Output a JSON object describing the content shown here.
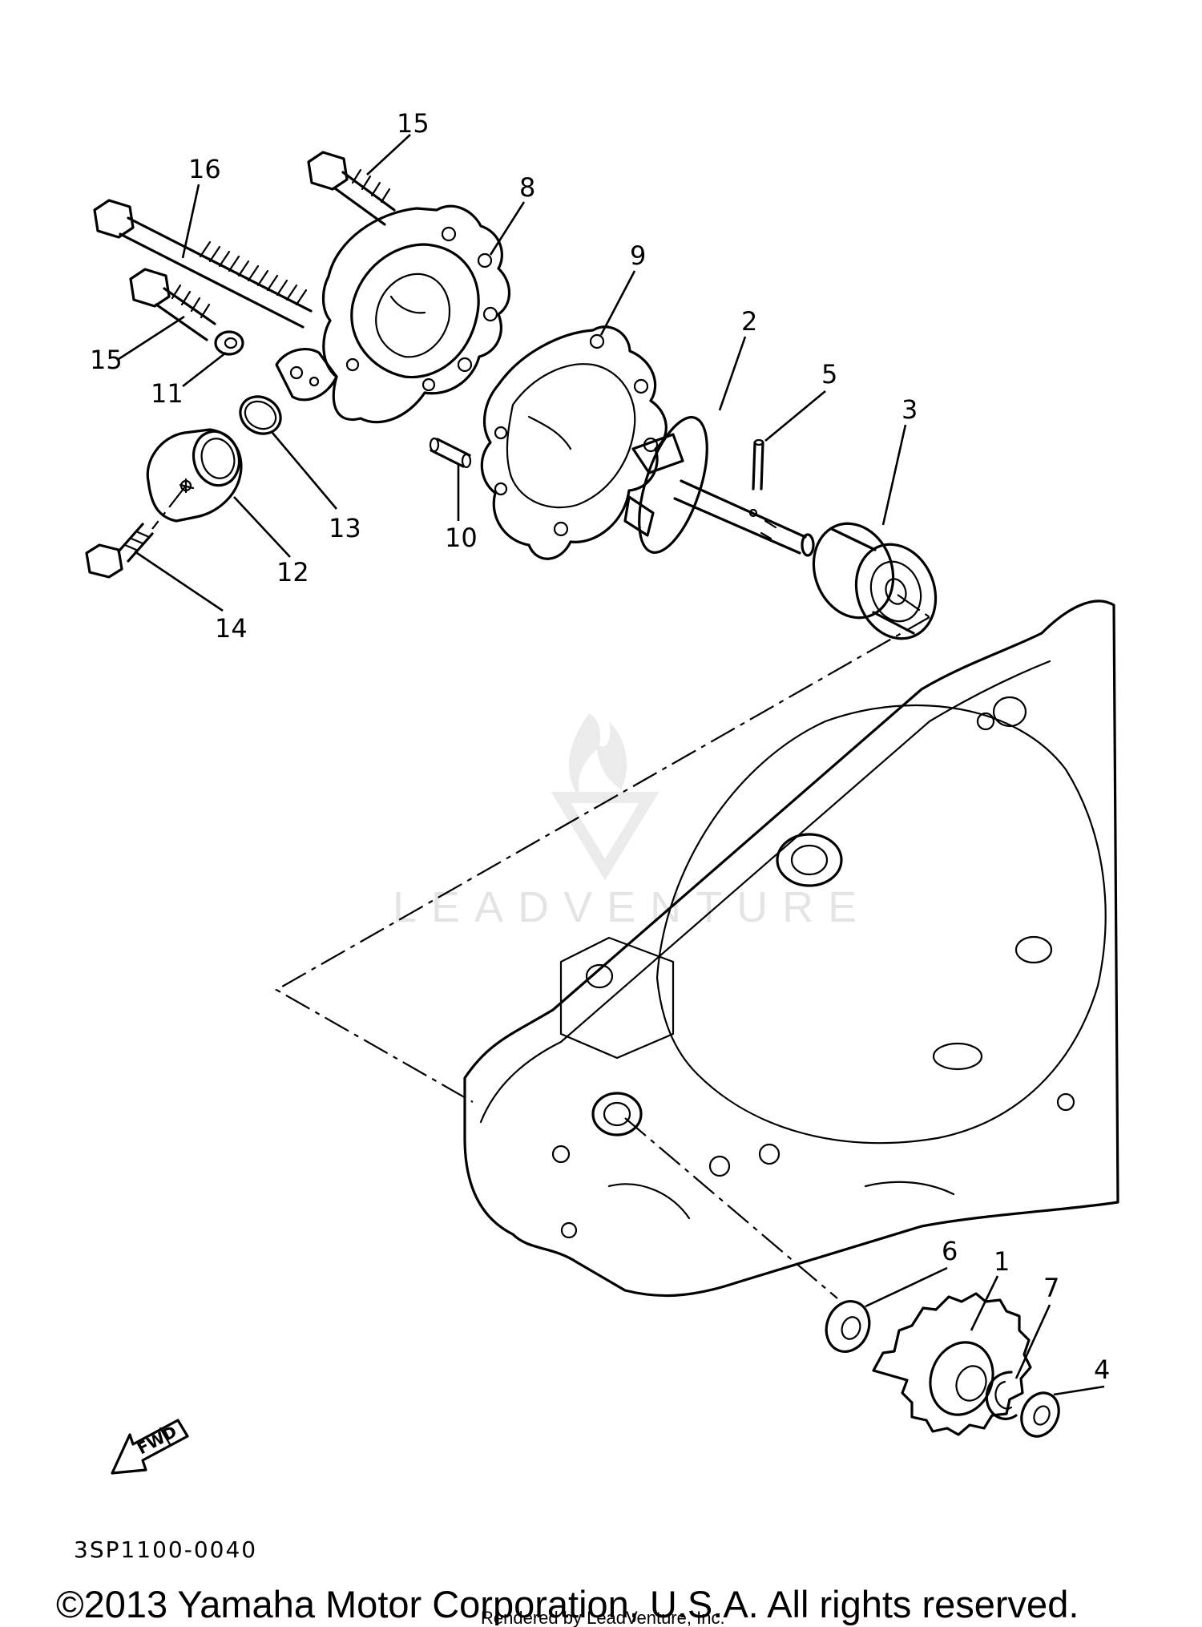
{
  "diagram": {
    "callouts": [
      {
        "id": "c1",
        "label": "1"
      },
      {
        "id": "c2",
        "label": "2"
      },
      {
        "id": "c3",
        "label": "3"
      },
      {
        "id": "c4",
        "label": "4"
      },
      {
        "id": "c5",
        "label": "5"
      },
      {
        "id": "c6",
        "label": "6"
      },
      {
        "id": "c7",
        "label": "7"
      },
      {
        "id": "c8",
        "label": "8"
      },
      {
        "id": "c9",
        "label": "9"
      },
      {
        "id": "c10",
        "label": "10"
      },
      {
        "id": "c11",
        "label": "11"
      },
      {
        "id": "c12",
        "label": "12"
      },
      {
        "id": "c13",
        "label": "13"
      },
      {
        "id": "c14",
        "label": "14"
      },
      {
        "id": "c15a",
        "label": "15"
      },
      {
        "id": "c15b",
        "label": "15"
      },
      {
        "id": "c16",
        "label": "16"
      }
    ],
    "fwd_label": "FWD",
    "diagram_code": "3SP1100-0040"
  },
  "watermark": {
    "brand": "LEADVENTURE"
  },
  "footer": {
    "copyright": "©2013 Yamaha Motor Corporation, U.S.A. All rights reserved.",
    "rendered_by": "Rendered by LeadVenture, Inc."
  }
}
